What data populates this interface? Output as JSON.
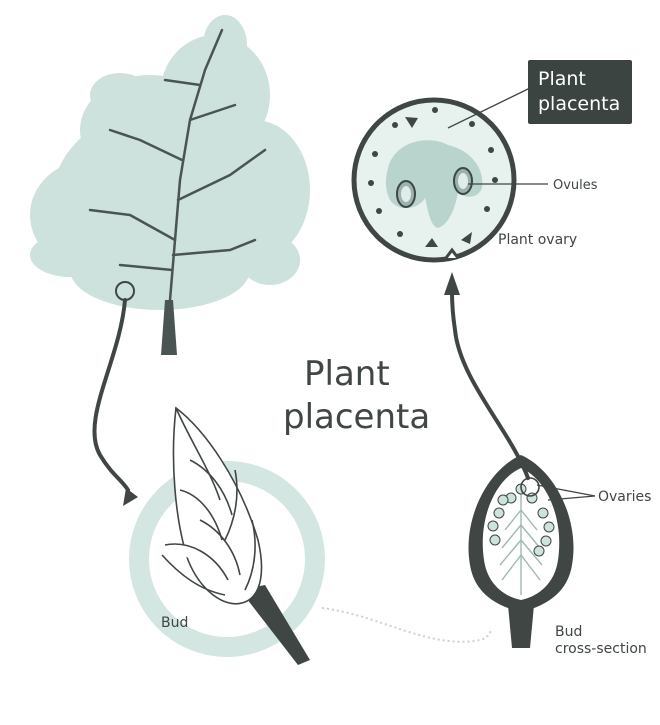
{
  "title": {
    "line1": "Plant",
    "line2": "placenta"
  },
  "callout": {
    "line1": "Plant",
    "line2": "placenta"
  },
  "labels": {
    "ovules": "Ovules",
    "plant_ovary": "Plant ovary",
    "ovaries": "Ovaries",
    "bud": "Bud",
    "bud_cross_section_1": "Bud",
    "bud_cross_section_2": "cross-section"
  },
  "colors": {
    "dark": "#3f4644",
    "mint": "#cfe3de",
    "mint_light": "#dcebe7",
    "callout_bg": "#3c4442",
    "callout_text": "#ffffff"
  }
}
